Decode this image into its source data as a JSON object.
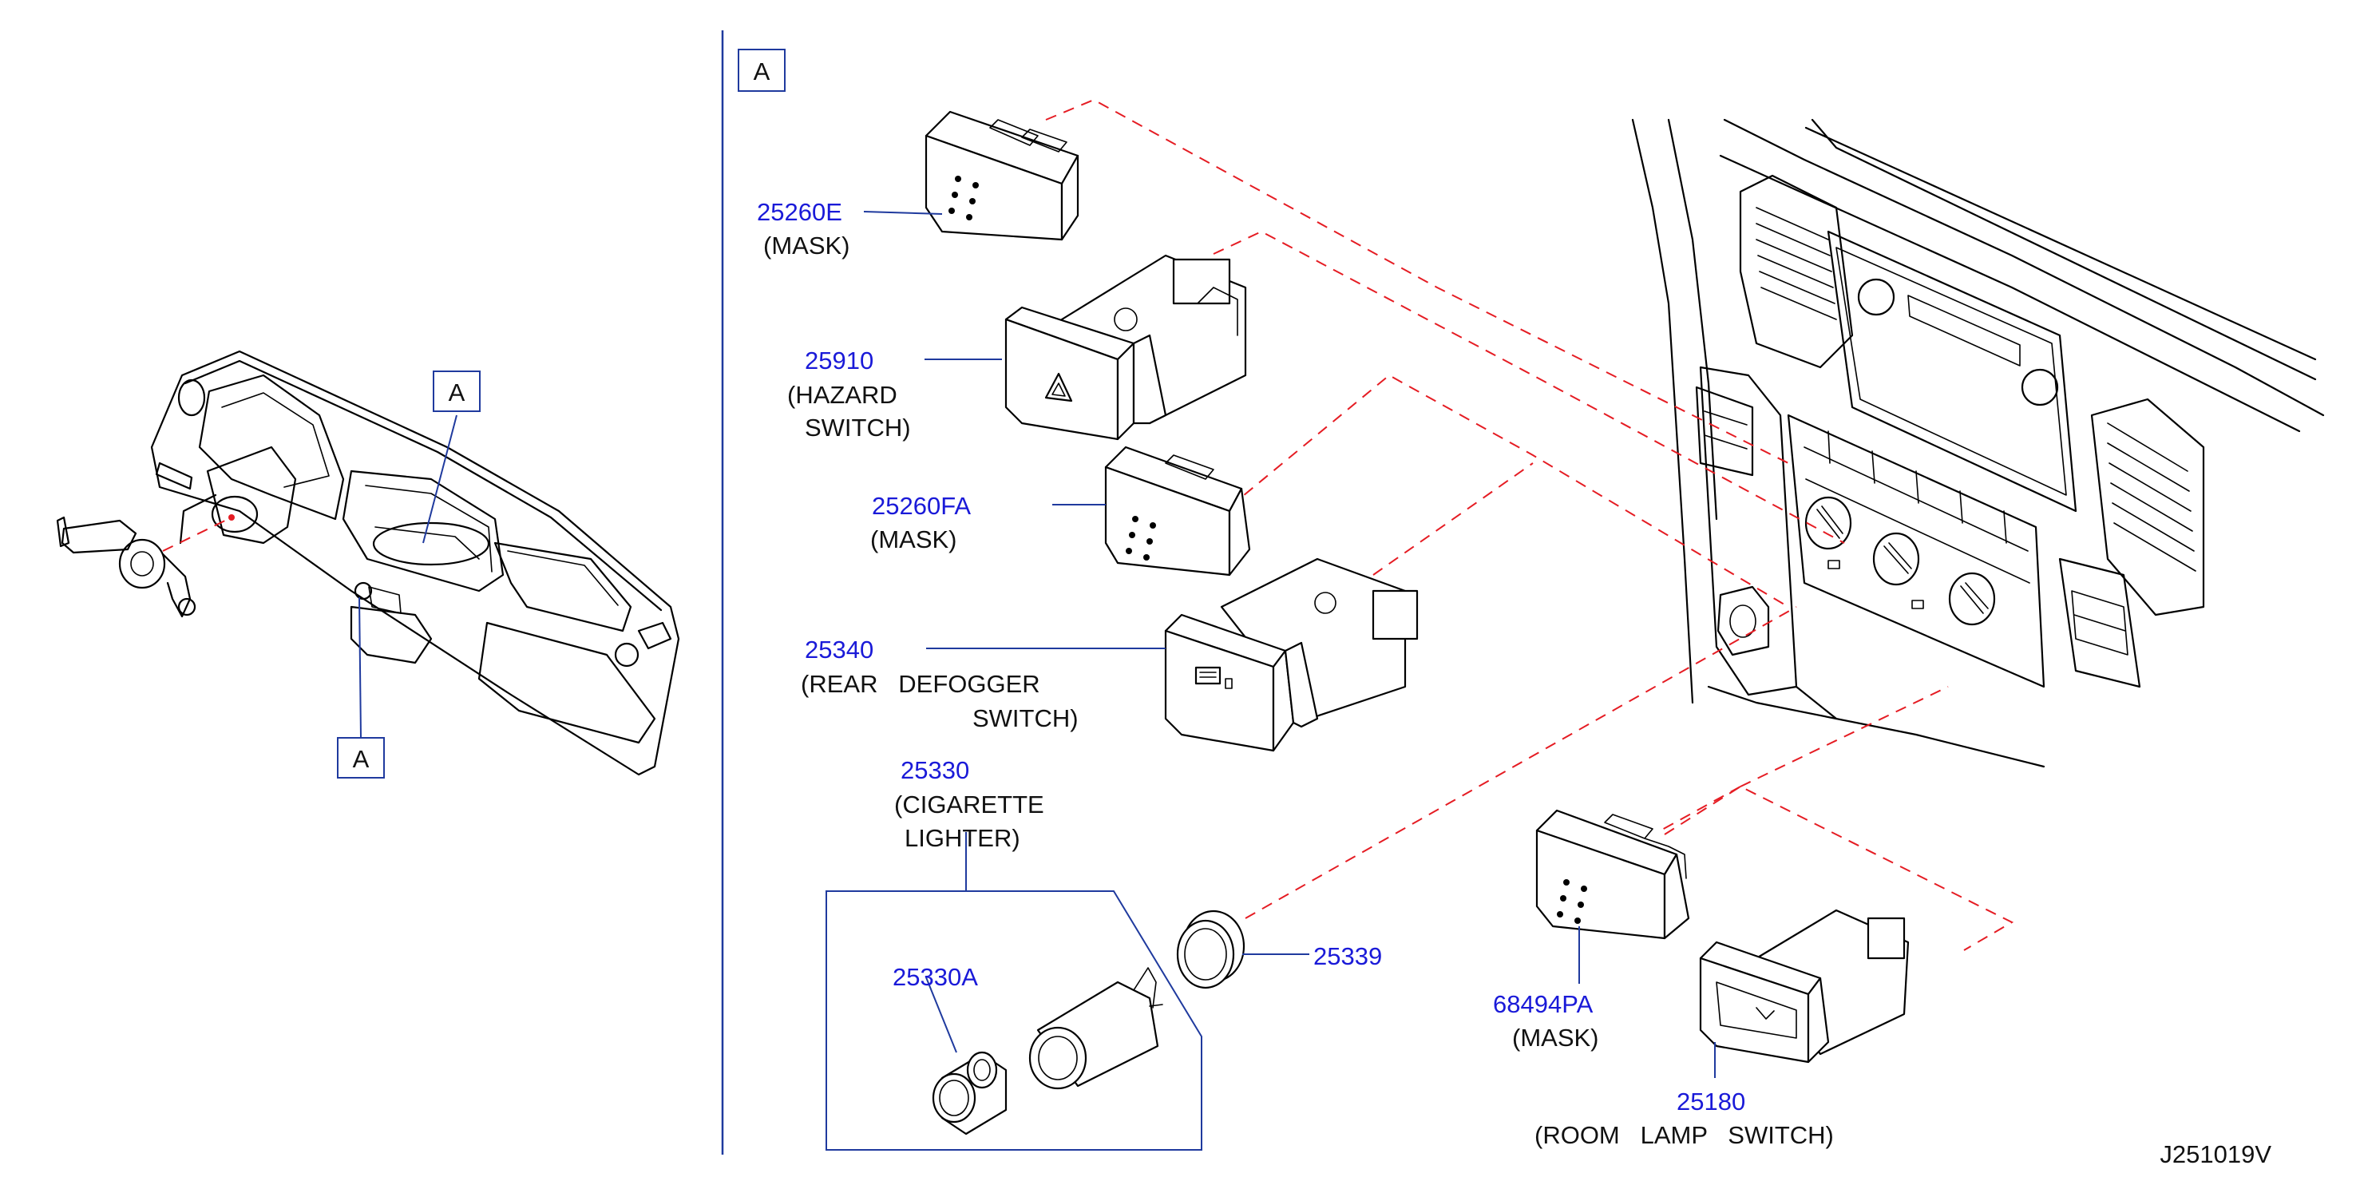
{
  "refs": {
    "left_top": "A",
    "left_bottom": "A",
    "panel": "A"
  },
  "parts": [
    {
      "number": "25260E",
      "desc": [
        "(MASK)"
      ]
    },
    {
      "number": "25910",
      "desc": [
        "(HAZARD",
        "SWITCH)"
      ]
    },
    {
      "number": "25260FA",
      "desc": [
        "(MASK)"
      ]
    },
    {
      "number": "25340",
      "desc": [
        "(REAR   DEFOGGER",
        "SWITCH)"
      ]
    },
    {
      "number": "25330",
      "desc": [
        "(CIGARETTE",
        "LIGHTER)"
      ]
    },
    {
      "number": "25330A",
      "desc": []
    },
    {
      "number": "25339",
      "desc": []
    },
    {
      "number": "68494PA",
      "desc": [
        "(MASK)"
      ]
    },
    {
      "number": "25180",
      "desc": [
        "(ROOM   LAMP   SWITCH)"
      ]
    }
  ],
  "diagram_code": "J251019V",
  "colors": {
    "part_number": "#1a1ad8",
    "leader": "#1f3a9e",
    "dashed": "#e51c23",
    "line": "#000000"
  }
}
